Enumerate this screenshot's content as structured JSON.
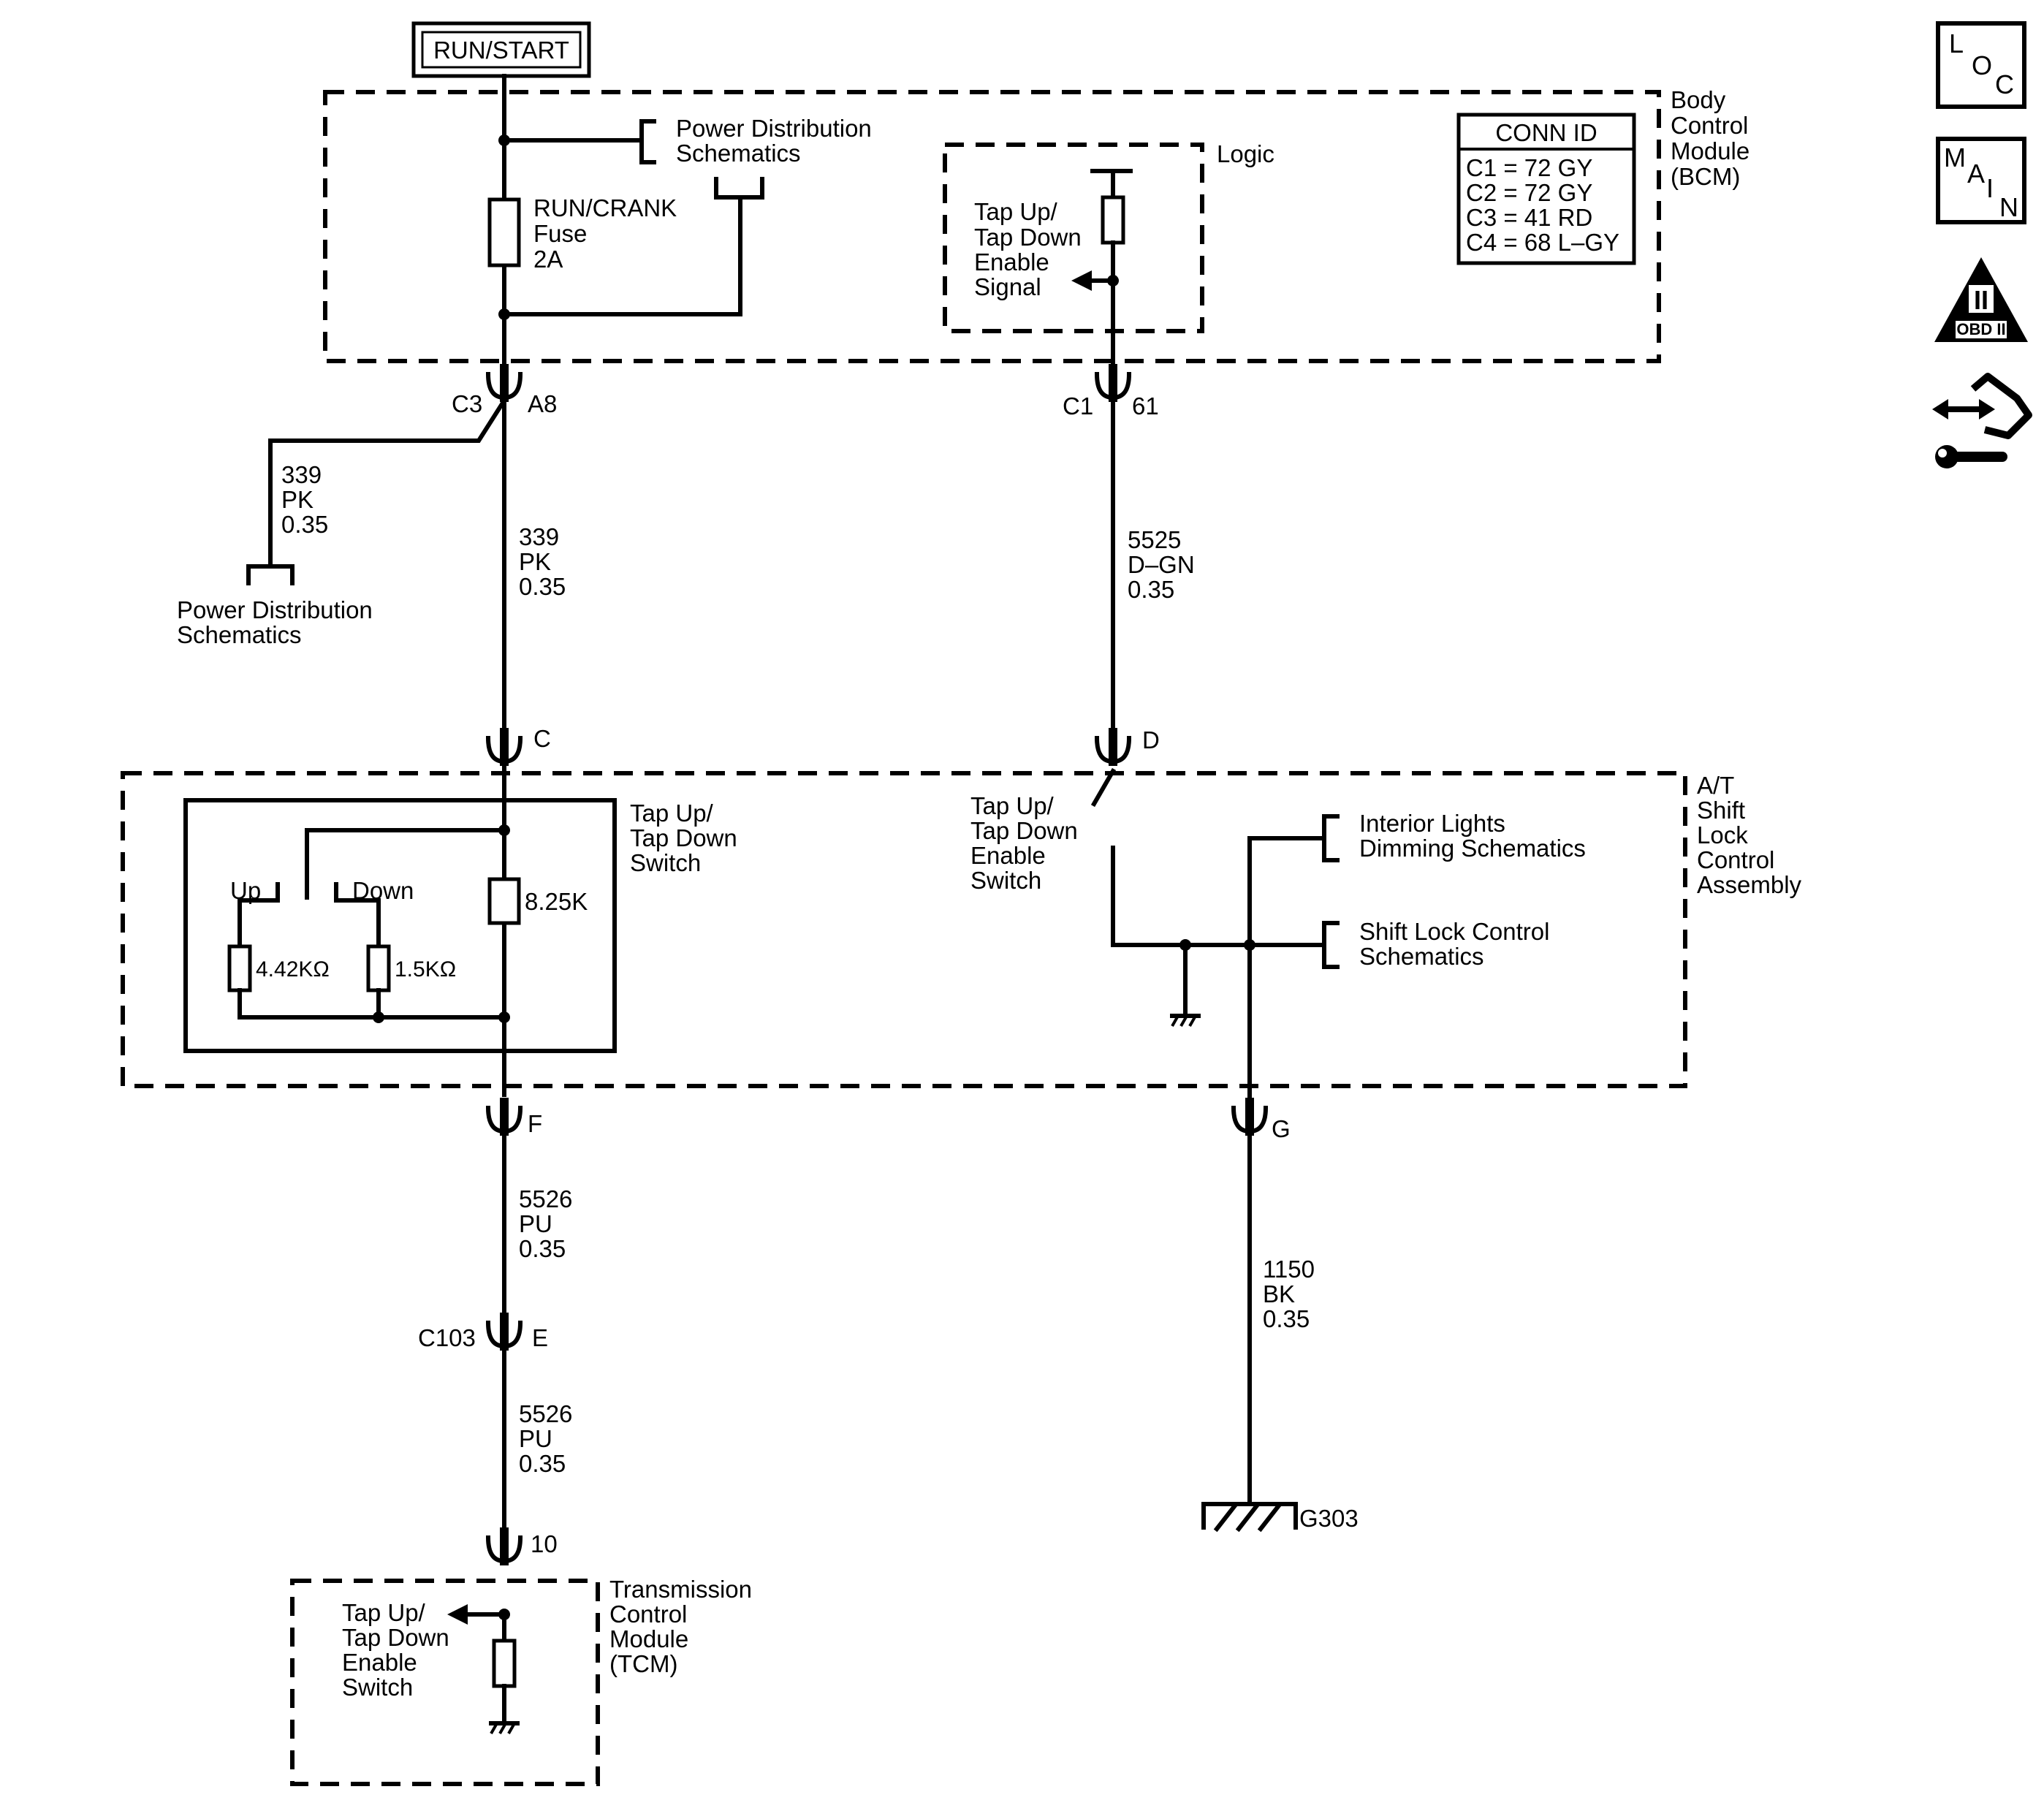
{
  "power": {
    "run_start": "RUN/START"
  },
  "bcm": {
    "name": [
      "Body",
      "Control",
      "Module",
      "(BCM)"
    ],
    "power_distribution": [
      "Power Distribution",
      "Schematics"
    ],
    "fuse": [
      "RUN/CRANK",
      "Fuse",
      "2A"
    ],
    "logic_label": "Logic",
    "logic_signal": [
      "Tap Up/",
      "Tap Down",
      "Enable",
      "Signal"
    ],
    "conn_id": {
      "title": "CONN ID",
      "rows": [
        "C1 = 72 GY",
        "C2 = 72 GY",
        "C3 = 41 RD",
        "C4 = 68 L–GY"
      ]
    }
  },
  "connectors": {
    "c3": "C3",
    "a8": "A8",
    "c1": "C1",
    "pin61": "61",
    "c": "C",
    "d": "D",
    "f": "F",
    "g": "G",
    "c103": "C103",
    "e": "E",
    "pin10": "10"
  },
  "wires": {
    "w339_branch": [
      "339",
      "PK",
      "0.35"
    ],
    "w339_main": [
      "339",
      "PK",
      "0.35"
    ],
    "w5525": [
      "5525",
      "D–GN",
      "0.35"
    ],
    "w5526_upper": [
      "5526",
      "PU",
      "0.35"
    ],
    "w5526_lower": [
      "5526",
      "PU",
      "0.35"
    ],
    "w1150": [
      "1150",
      "BK",
      "0.35"
    ]
  },
  "branch_power_distribution": [
    "Power Distribution",
    "Schematics"
  ],
  "shift_lock": {
    "name": [
      "A/T",
      "Shift",
      "Lock",
      "Control",
      "Assembly"
    ],
    "switch_label": [
      "Tap Up/",
      "Tap Down",
      "Switch"
    ],
    "up": "Up",
    "down": "Down",
    "r_up": "4.42KΩ",
    "r_down": "1.5KΩ",
    "r_main": "8.25K",
    "enable_switch": [
      "Tap Up/",
      "Tap Down",
      "Enable",
      "Switch"
    ],
    "interior_lights": [
      "Interior Lights",
      "Dimming Schematics"
    ],
    "shift_lock_control": [
      "Shift Lock Control",
      "Schematics"
    ]
  },
  "tcm": {
    "name": [
      "Transmission",
      "Control",
      "Module",
      "(TCM)"
    ],
    "signal": [
      "Tap Up/",
      "Tap Down",
      "Enable",
      "Switch"
    ]
  },
  "ground": {
    "g303": "G303"
  },
  "side_icons": {
    "loc": [
      "L",
      "O",
      "C"
    ],
    "main": [
      "M",
      "A",
      "I",
      "N"
    ],
    "obd_numeral": "II",
    "obd_text": "OBD II"
  }
}
